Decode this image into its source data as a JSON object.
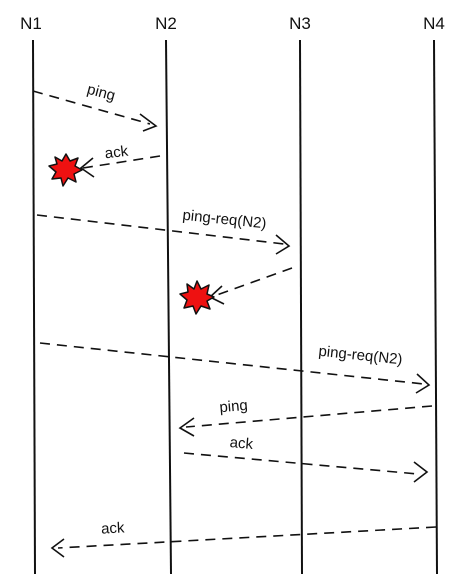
{
  "nodes": [
    {
      "id": "n1",
      "label": "N1"
    },
    {
      "id": "n2",
      "label": "N2"
    },
    {
      "id": "n3",
      "label": "N3"
    },
    {
      "id": "n4",
      "label": "N4"
    }
  ],
  "messages": [
    {
      "id": "m1",
      "label": "ping",
      "from": "N1",
      "to": "N2",
      "outcome": "delivered"
    },
    {
      "id": "m2",
      "label": "ack",
      "from": "N2",
      "to": "N1",
      "outcome": "lost"
    },
    {
      "id": "m3",
      "label": "ping-req(N2)",
      "from": "N1",
      "to": "N3",
      "outcome": "delivered"
    },
    {
      "id": "m4",
      "label": "",
      "from": "N3",
      "to": "N2",
      "outcome": "lost"
    },
    {
      "id": "m5",
      "label": "ping-req(N2)",
      "from": "N1",
      "to": "N4",
      "outcome": "delivered"
    },
    {
      "id": "m6",
      "label": "ping",
      "from": "N4",
      "to": "N2",
      "outcome": "delivered"
    },
    {
      "id": "m7",
      "label": "ack",
      "from": "N2",
      "to": "N4",
      "outcome": "delivered"
    },
    {
      "id": "m8",
      "label": "ack",
      "from": "N4",
      "to": "N1",
      "outcome": "delivered"
    }
  ],
  "colors": {
    "line": "#111111",
    "lost_marker": "#ee1111"
  }
}
